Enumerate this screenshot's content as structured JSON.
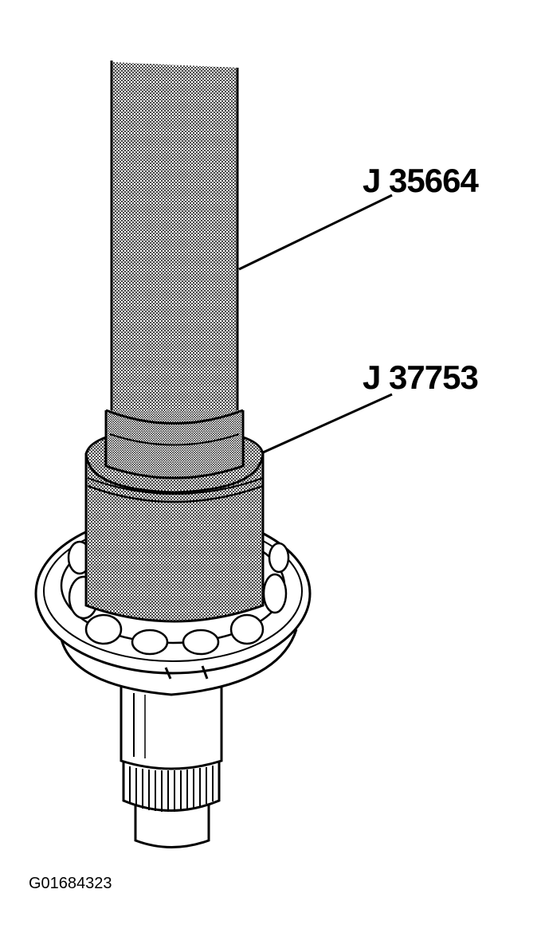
{
  "figure": {
    "callouts": [
      {
        "label": "J 35664"
      },
      {
        "label": "J 37753"
      }
    ],
    "figure_id": "G01684323"
  },
  "colors": {
    "ink": "#000000",
    "paper": "#ffffff",
    "stipple_tone": "#7a7a7a"
  }
}
